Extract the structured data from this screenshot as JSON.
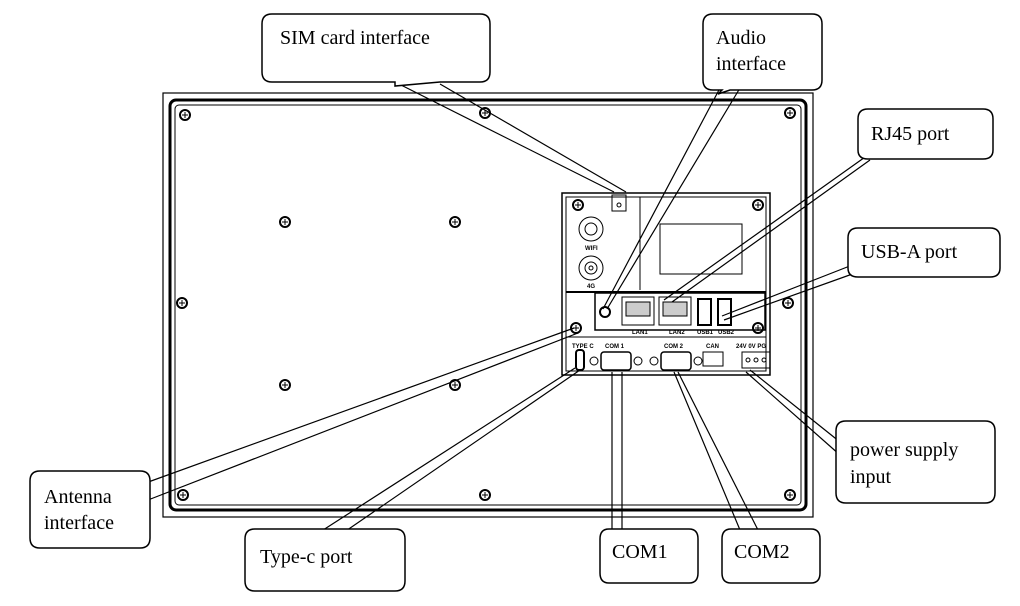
{
  "callouts": {
    "sim": "SIM card interface",
    "audio_1": "Audio",
    "audio_2": "interface",
    "rj45": "RJ45 port",
    "usba": "USB-A port",
    "power_1": "power  supply",
    "power_2": "input",
    "antenna_1": "Antenna",
    "antenna_2": "interface",
    "typec": "Type-c port",
    "com1": "COM1",
    "com2": "COM2"
  },
  "device_labels": {
    "wifi": "WIFI",
    "g4": "4G",
    "lan1": "LAN1",
    "lan2": "LAN2",
    "usb1": "USB1",
    "usb2": "USB2",
    "typec": "TYPE C",
    "com1": "COM 1",
    "com2": "COM 2",
    "can": "CAN",
    "power": "24V 0V PG"
  }
}
